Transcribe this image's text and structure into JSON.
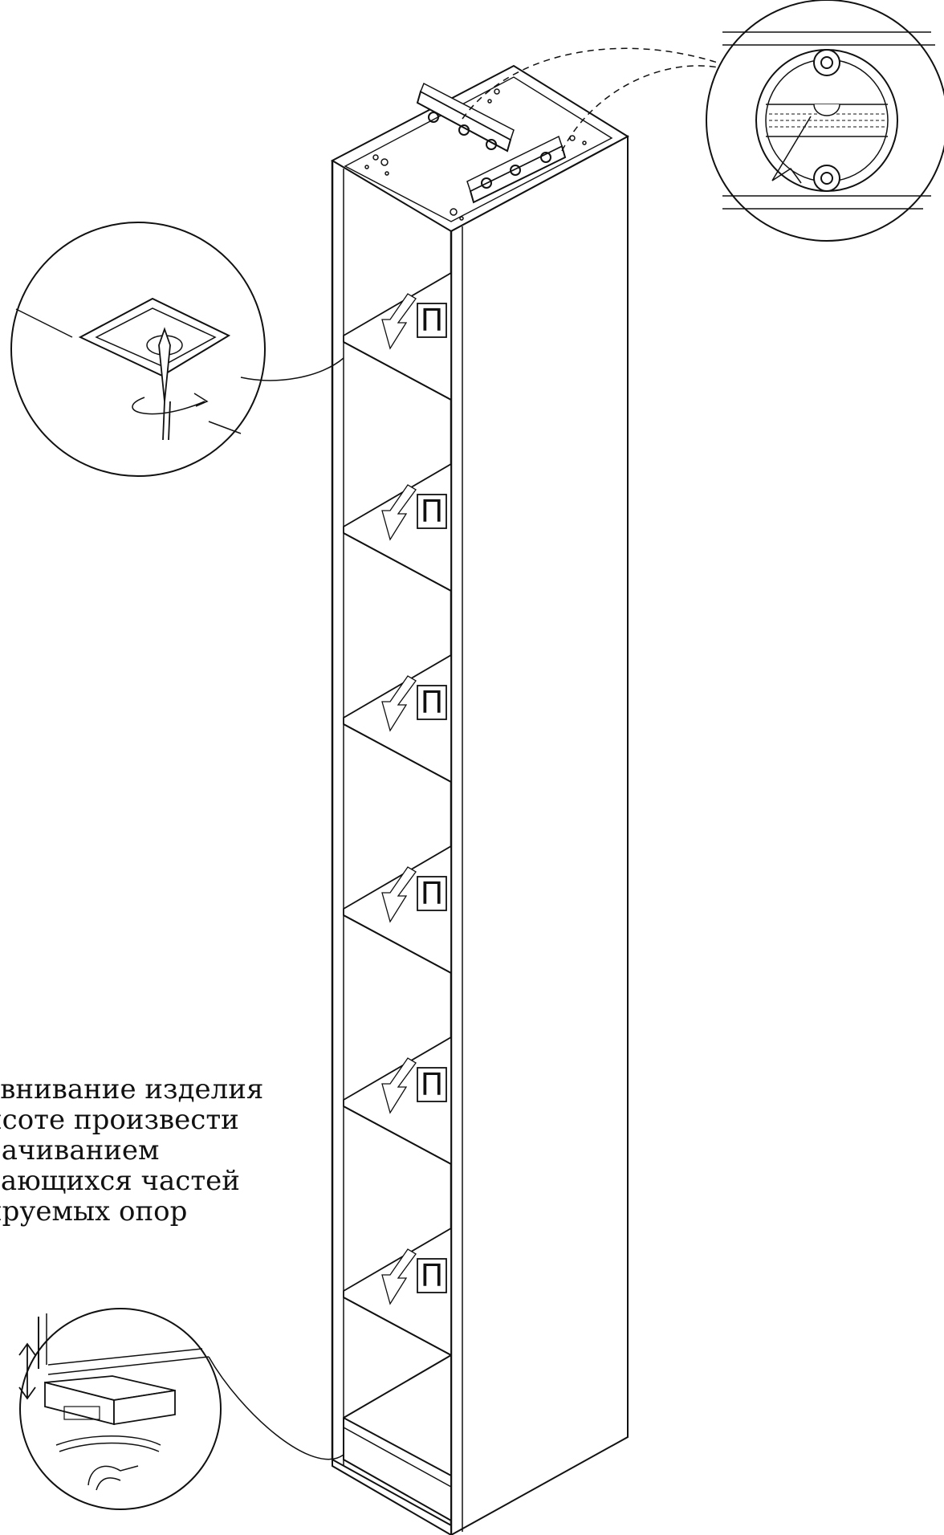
{
  "instruction": {
    "lines": [
      "авнивание изделия",
      "исоте произвести",
      "рачиванием",
      "дающихся частей",
      "ируемых опор"
    ]
  },
  "shelf_marker": "П",
  "shelf_count": 6,
  "icons": {
    "level": "spirit-level-icon",
    "bubble": "bubble-level-detail-icon",
    "screwdriver": "screwdriver-detail-icon",
    "adjustable_foot": "adjustable-foot-detail-icon"
  },
  "colors": {
    "ink": "#111111",
    "background": "#ffffff"
  }
}
